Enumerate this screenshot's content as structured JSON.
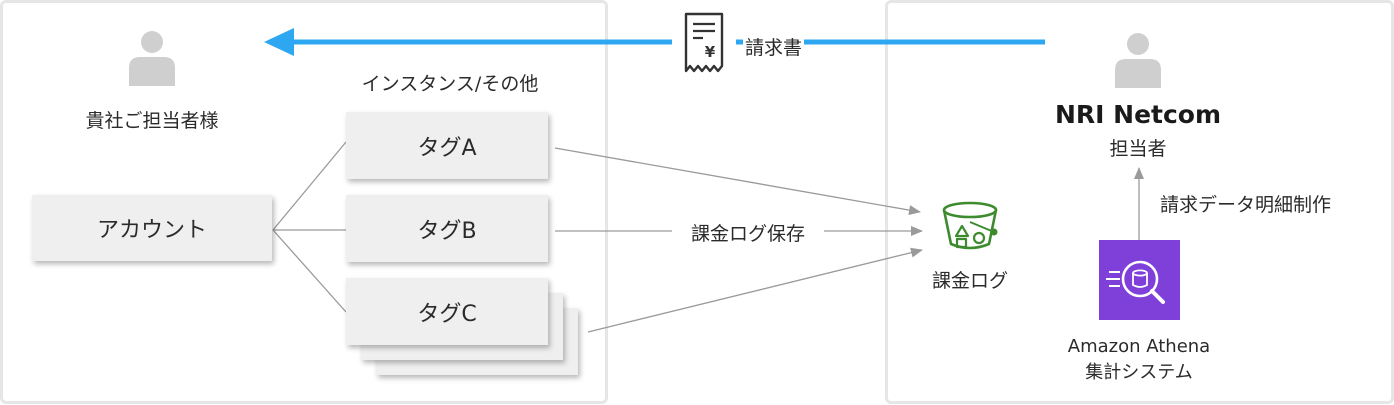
{
  "left": {
    "client_label": "貴社ご担当者様",
    "group_label": "インスタンス/その他",
    "account_label": "アカウント",
    "tags": [
      "タグA",
      "タグB",
      "タグC"
    ]
  },
  "center": {
    "invoice_label": "請求書",
    "save_label": "課金ログ保存",
    "billing_log_label": "課金ログ"
  },
  "right": {
    "company": "NRI Netcom",
    "person_label": "担当者",
    "task_label": "請求データ明細制作",
    "athena_line1": "Amazon Athena",
    "athena_line2": "集計システム"
  },
  "colors": {
    "arrow_blue": "#2ea7f2",
    "athena_purple": "#7f3fd9",
    "bucket_green": "#3d8b2e",
    "line_gray": "#9a9a9a",
    "person_gray": "#cfcfcf"
  }
}
